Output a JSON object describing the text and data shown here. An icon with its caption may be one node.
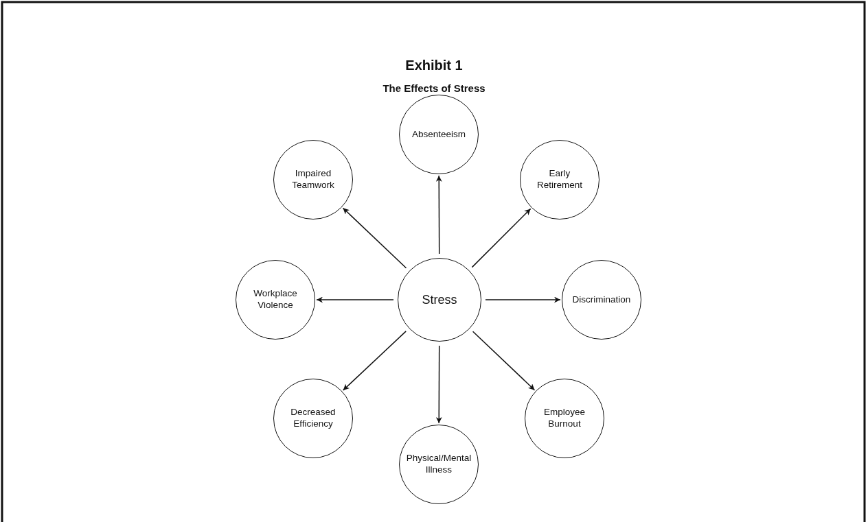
{
  "diagram": {
    "title": "Exhibit 1",
    "caption": "The Effects of Stress",
    "nodes": [
      {
        "text": [
          "Absenteeism"
        ]
      },
      {
        "text": [
          "Impaired Teamwork"
        ]
      },
      {
        "text": [
          "Early Retirement"
        ]
      },
      {
        "text": [
          "Workplace Violence"
        ]
      },
      {
        "text": [
          "Stress"
        ]
      },
      {
        "text": [
          "Discrimination"
        ]
      },
      {
        "text": [
          "Decreased Efficiency"
        ]
      },
      {
        "text": [
          "Employee Burnout"
        ]
      },
      {
        "text": [
          "Physical/Mental Illness"
        ]
      }
    ],
    "edges": [
      {
        "from": 4,
        "to": 0,
        "arrow": "to"
      },
      {
        "from": 4,
        "to": 2,
        "arrow": "to"
      },
      {
        "from": 4,
        "to": 5,
        "arrow": "to"
      },
      {
        "from": 4,
        "to": 7,
        "arrow": "to"
      },
      {
        "from": 4,
        "to": 8,
        "arrow": "to"
      },
      {
        "from": 4,
        "to": 6,
        "arrow": "to"
      },
      {
        "from": 4,
        "to": 3,
        "arrow": "to"
      },
      {
        "from": 4,
        "to": 1,
        "arrow": "to"
      }
    ]
  }
}
